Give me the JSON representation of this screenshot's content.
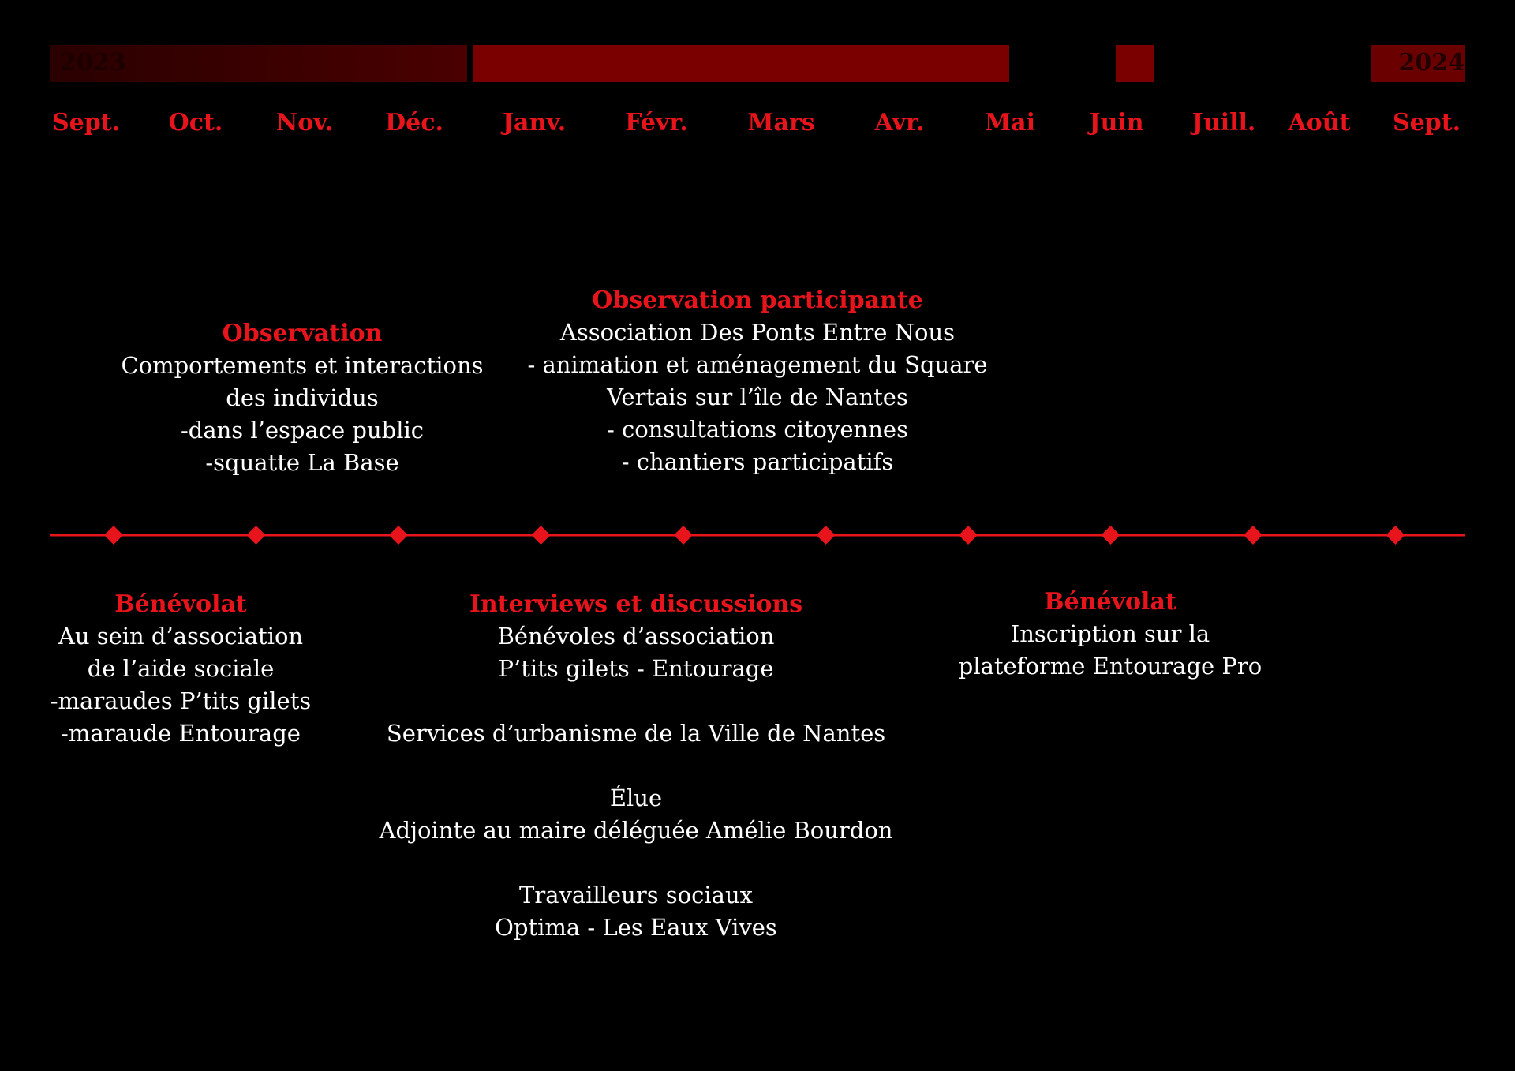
{
  "years": {
    "start": "2023",
    "end": "2024"
  },
  "months": [
    "Sept.",
    "Oct.",
    "Nov.",
    "Déc.",
    "Janv.",
    "Févr.",
    "Mars",
    "Avr.",
    "Mai",
    "Juin",
    "Juill.",
    "Août",
    "Sept."
  ],
  "colors": {
    "accent": "#e8141c",
    "bar_dark": "#4a0000",
    "bar": "#7a0000",
    "background": "#000000",
    "text": "#ffffff"
  },
  "timeline": {
    "marker_count": 10,
    "marker_shape": "diamond"
  },
  "above": {
    "observation": {
      "heading": "Observation",
      "lines": [
        "Comportements et interactions",
        "des individus",
        "-dans l’espace public",
        "-squatte La Base"
      ]
    },
    "observation_participante": {
      "heading": "Observation participante",
      "lines": [
        "Association Des Ponts Entre Nous",
        "- animation et aménagement du Square",
        "Vertais sur l’île de Nantes",
        "- consultations citoyennes",
        "- chantiers participatifs"
      ]
    }
  },
  "below": {
    "benevolat_1": {
      "heading": "Bénévolat",
      "lines": [
        "Au sein d’association",
        "de l’aide sociale",
        "-maraudes P’tits gilets",
        "-maraude Entourage"
      ]
    },
    "interviews": {
      "heading": "Interviews et discussions",
      "lines": [
        "Bénévoles d’association",
        "P’tits gilets - Entourage",
        "",
        "Services d’urbanisme de la Ville de Nantes",
        "",
        "Élue",
        "Adjointe au maire déléguée Amélie Bourdon",
        "",
        "Travailleurs sociaux",
        "Optima - Les Eaux Vives"
      ]
    },
    "benevolat_2": {
      "heading": "Bénévolat",
      "lines": [
        "Inscription sur la",
        "plateforme Entourage Pro"
      ]
    }
  }
}
